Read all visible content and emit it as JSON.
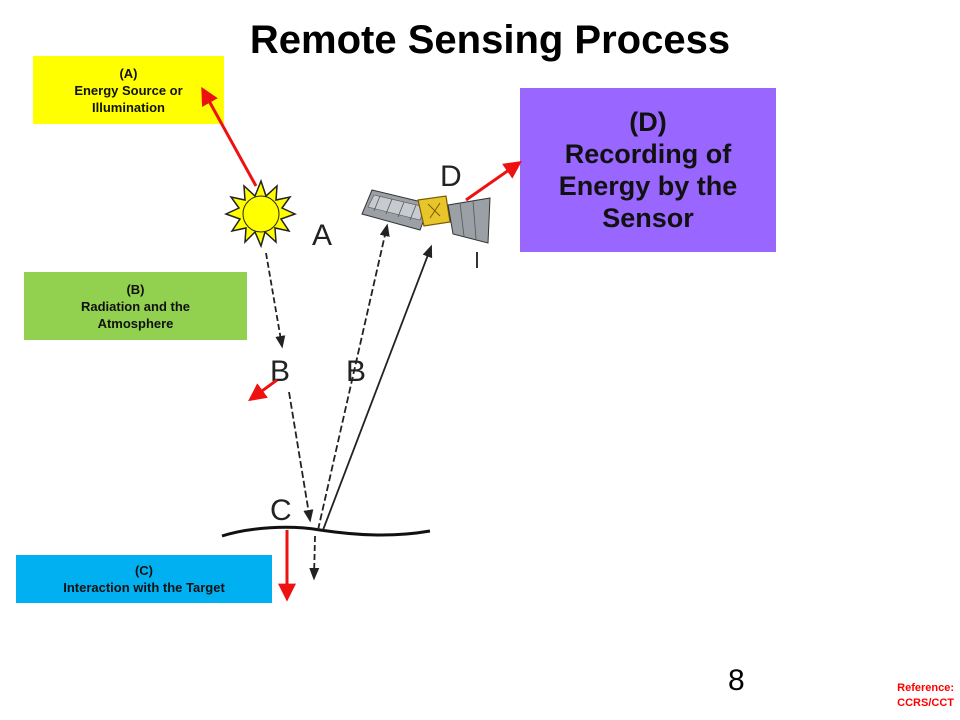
{
  "title": "Remote Sensing Process",
  "boxes": {
    "a": {
      "tag": "(A)",
      "lines": [
        "Energy Source or",
        "Illumination"
      ]
    },
    "b": {
      "tag": "(B)",
      "lines": [
        "Radiation and the",
        "Atmosphere"
      ]
    },
    "c": {
      "tag": "(C)",
      "lines": [
        "Interaction with the Target"
      ]
    },
    "d": {
      "tag": "(D)",
      "lines": [
        "Recording of",
        "Energy by the",
        "Sensor"
      ]
    }
  },
  "diagram_labels": {
    "a": "A",
    "b1": "B",
    "b2": "B",
    "c": "C",
    "d": "D"
  },
  "page_number": "8",
  "reference": {
    "line1": "Reference:",
    "line2": "CCRS/CCT"
  },
  "colors": {
    "box_a": "#ffff00",
    "box_b": "#92d050",
    "box_c": "#00b0f0",
    "box_d": "#9966ff",
    "pointer_arrow": "#ee1111",
    "reference_text": "#ff0000"
  }
}
